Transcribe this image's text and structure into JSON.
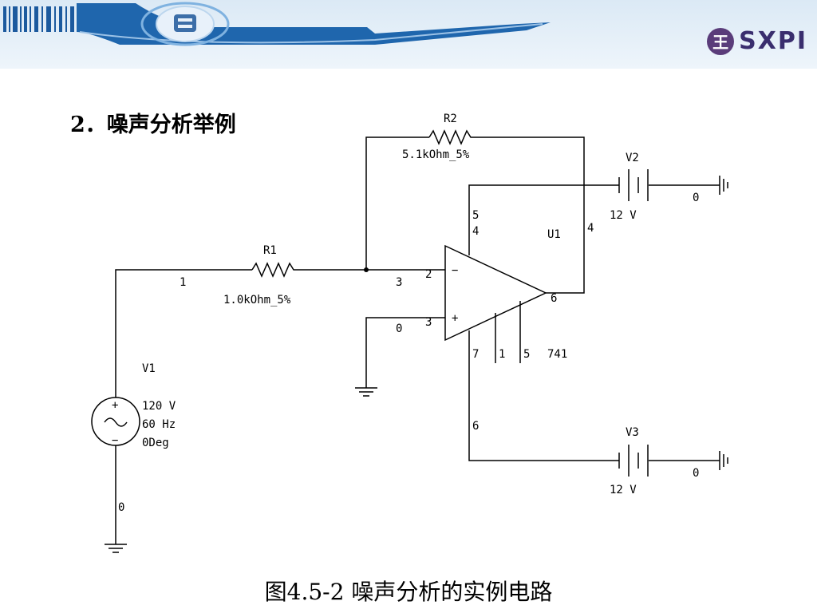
{
  "header": {
    "logo_text": "SXPI",
    "logo_mark": "王"
  },
  "section_title": "2．噪声分析举例",
  "caption": "图4.5-2  噪声分析的实例电路",
  "circuit": {
    "r1": {
      "name": "R1",
      "value": "1.0kOhm_5%"
    },
    "r2": {
      "name": "R2",
      "value": "5.1kOhm_5%"
    },
    "v1": {
      "name": "V1",
      "amplitude": "120 V",
      "frequency": "60 Hz",
      "phase": "0Deg",
      "plus": "+",
      "minus": "−"
    },
    "v2": {
      "name": "V2",
      "value": "12 V"
    },
    "v3": {
      "name": "V3",
      "value": "12 V"
    },
    "u1": {
      "name": "U1",
      "model": "741",
      "minus": "−",
      "plus": "+"
    },
    "nodes": {
      "n1": "1",
      "n3": "3",
      "n0_input": "0",
      "n0_v1": "0",
      "n0_v2": "0",
      "n0_v3": "0",
      "n6_top": "6",
      "n6_bottom": "6",
      "n5": "5",
      "n4": "4"
    },
    "pins": {
      "p2": "2",
      "p3": "3",
      "p4_top": "4",
      "p4_right": "4",
      "p6": "6",
      "p7": "7",
      "p1": "1",
      "p5": "5"
    }
  }
}
